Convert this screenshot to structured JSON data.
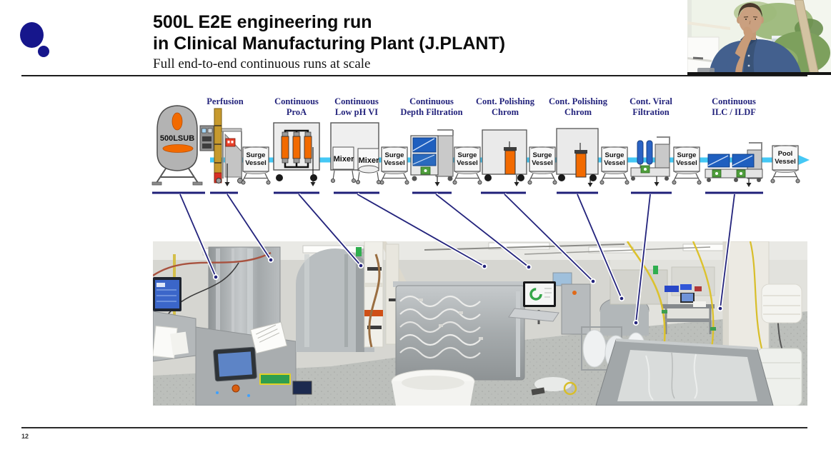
{
  "slide": {
    "title_line1": "500L E2E engineering run",
    "title_line2": "in Clinical Manufacturing Plant (J.PLANT)",
    "subtitle": "Full end-to-end continuous runs at scale",
    "page_number": "12"
  },
  "colors": {
    "label_navy": "#23237c",
    "underline_navy": "#1f1f78",
    "flow_cyan": "#45c8f5",
    "equipment_orange": "#f06a00",
    "panel_blue": "#2257b8",
    "filter_green": "#4f9e3c",
    "logo_navy": "#16168c"
  },
  "diagram": {
    "stages": [
      {
        "line1": "Perfusion",
        "line2": ""
      },
      {
        "line1": "Continuous",
        "line2": "ProA"
      },
      {
        "line1": "Continuous",
        "line2": "Low pH VI"
      },
      {
        "line1": "Continuous",
        "line2": "Depth Filtration"
      },
      {
        "line1": "Cont. Polishing",
        "line2": "Chrom"
      },
      {
        "line1": "Cont. Polishing",
        "line2": "Chrom"
      },
      {
        "line1": "Cont. Viral",
        "line2": "Filtration"
      },
      {
        "line1": "Continuous",
        "line2": "ILC / ILDF"
      }
    ],
    "equipment": {
      "bioreactor_label": "500LSUB",
      "surge_vessel_line1": "Surge",
      "surge_vessel_line2": "Vessel",
      "mixer_label": "Mixer",
      "pool_vessel_line1": "Pool",
      "pool_vessel_line2": "Vessel"
    }
  }
}
